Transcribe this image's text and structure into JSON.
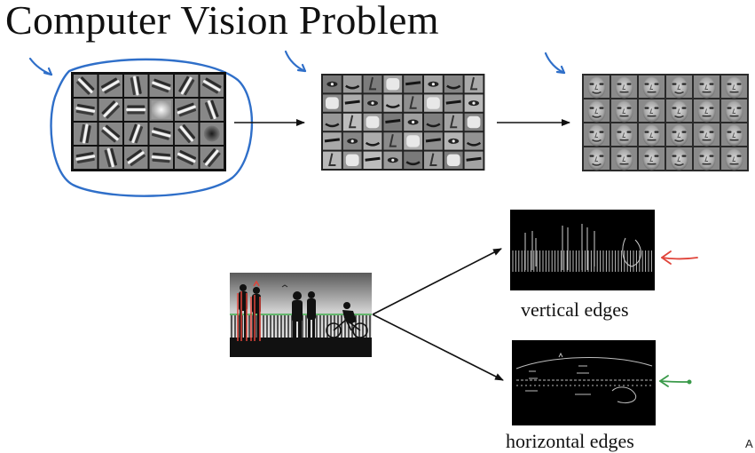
{
  "title": "Computer Vision Problem",
  "captions": {
    "vertical": "vertical edges",
    "horizontal": "horizontal edges"
  },
  "corner_mark": "A",
  "colors": {
    "annotation_blue": "#2f6fc9",
    "annotation_red": "#e0443a",
    "annotation_green": "#3a9a4a",
    "railing_green": "#3fae4a",
    "arrow": "#111111"
  },
  "icons": [
    "edge-filter-grid",
    "face-parts-grid",
    "face-grid",
    "silhouette-photo",
    "vertical-edge-map",
    "horizontal-edge-map"
  ]
}
